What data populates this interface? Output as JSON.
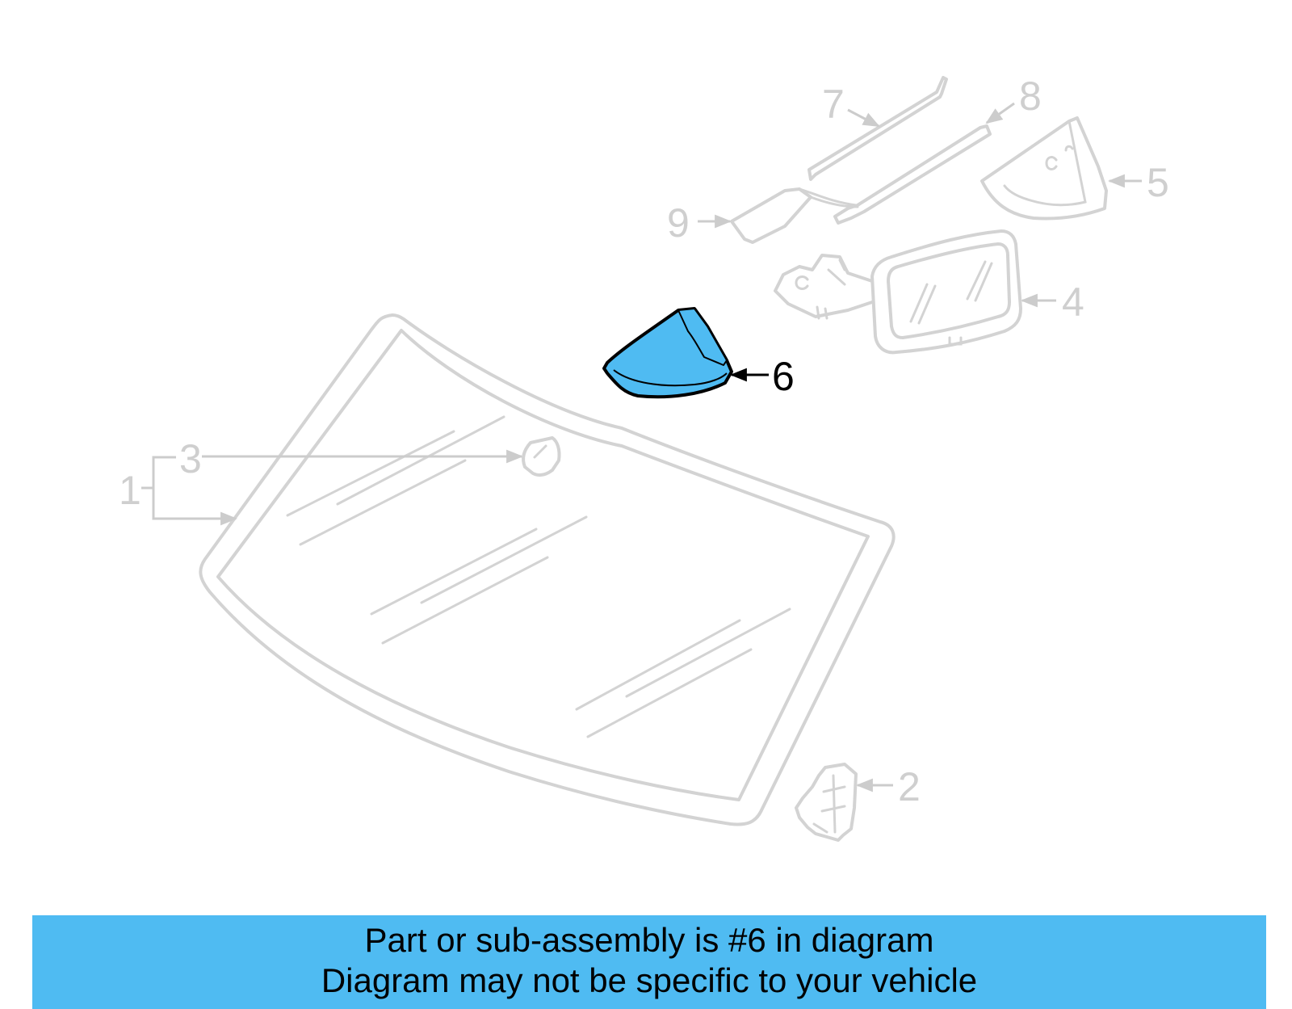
{
  "diagram": {
    "callouts": {
      "c1": "1",
      "c2": "2",
      "c3": "3",
      "c4": "4",
      "c5": "5",
      "c6": "6",
      "c7": "7",
      "c8": "8",
      "c9": "9"
    },
    "highlight_color": "#4fbbf2",
    "dim_color": "#d3d3d3"
  },
  "banner": {
    "line1": "Part or sub-assembly is #6 in diagram",
    "line2": "Diagram may not be specific to your vehicle",
    "background": "#4fbbf2"
  }
}
